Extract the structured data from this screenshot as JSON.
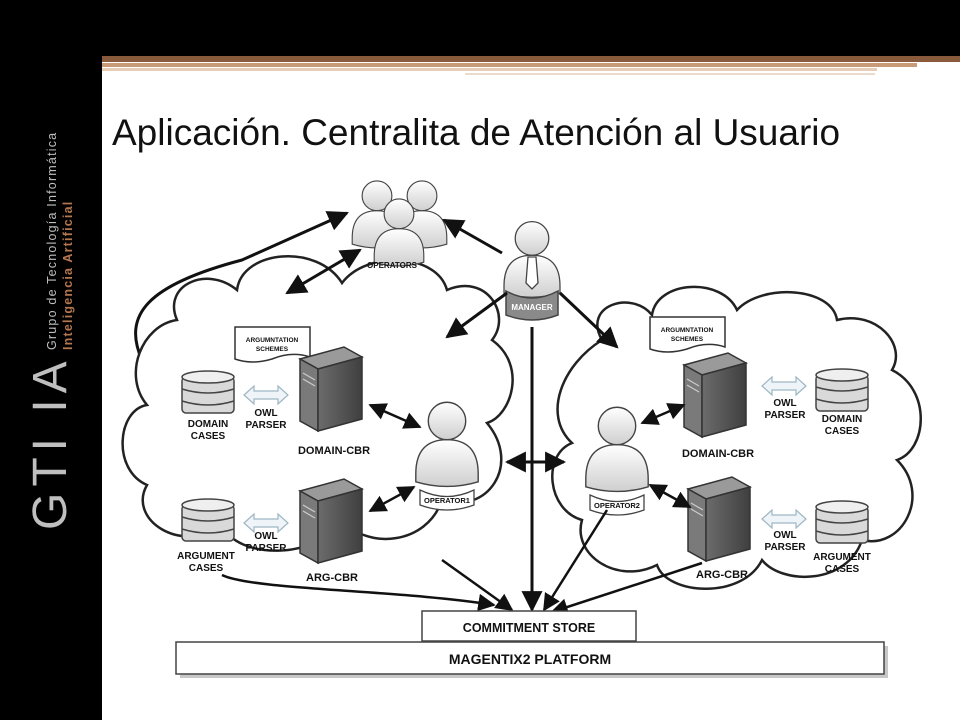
{
  "branding": {
    "group_line": "Grupo de Tecnología Informática",
    "ai_line": "Inteligencia Artificial",
    "logo_mark": "GTI IA"
  },
  "slide": {
    "title": "Aplicación. Centralita de Atención al Usuario"
  },
  "diagram": {
    "operators_label": "OPERATORS",
    "manager_label": "MANAGER",
    "left_cloud": {
      "scheme": [
        "ARGUMNTATION",
        "SCHEMES"
      ],
      "domain_cases": [
        "DOMAIN",
        "CASES"
      ],
      "owl_parser_top": [
        "OWL",
        "PARSER"
      ],
      "domain_cbr": "DOMAIN-CBR",
      "argument_cases": [
        "ARGUMENT",
        "CASES"
      ],
      "owl_parser_bottom": [
        "OWL",
        "PARSER"
      ],
      "arg_cbr": "ARG-CBR",
      "operator": "OPERATOR1"
    },
    "right_cloud": {
      "scheme": [
        "ARGUMNTATION",
        "SCHEMES"
      ],
      "domain_cases": [
        "DOMAIN",
        "CASES"
      ],
      "owl_parser_top": [
        "OWL",
        "PARSER"
      ],
      "domain_cbr": "DOMAIN-CBR",
      "argument_cases": [
        "ARGUMENT",
        "CASES"
      ],
      "owl_parser_bottom": [
        "OWL",
        "PARSER"
      ],
      "arg_cbr": "ARG-CBR",
      "operator": "OPERATOR2"
    },
    "commitment_store": "COMMITMENT STORE",
    "platform": "MAGENTIX2 PLATFORM"
  }
}
